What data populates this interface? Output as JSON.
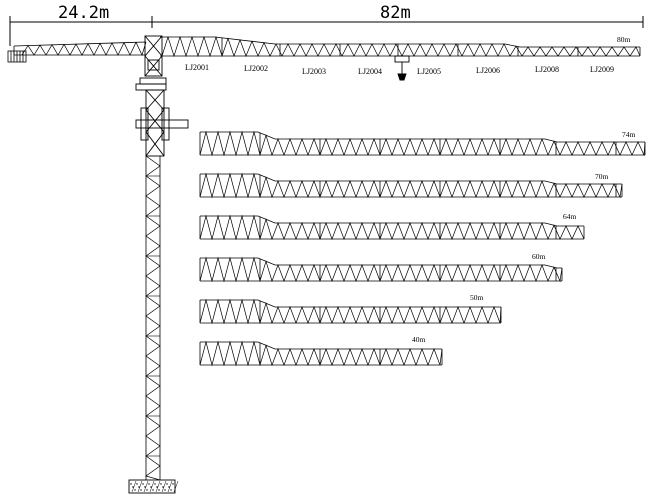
{
  "dimensions": {
    "counter_jib": "24.2m",
    "jib": "82m"
  },
  "main_jib": {
    "length_label": "80m",
    "sections": [
      "LJ2001",
      "LJ2002",
      "LJ2003",
      "LJ2004",
      "LJ2005",
      "LJ2006",
      "LJ2008",
      "LJ2009"
    ]
  },
  "jib_configurations": [
    {
      "label": "74m"
    },
    {
      "label": "70m"
    },
    {
      "label": "64m"
    },
    {
      "label": "60m"
    },
    {
      "label": "50m"
    },
    {
      "label": "40m"
    }
  ],
  "colors": {
    "line": "#000000",
    "background": "#ffffff"
  }
}
